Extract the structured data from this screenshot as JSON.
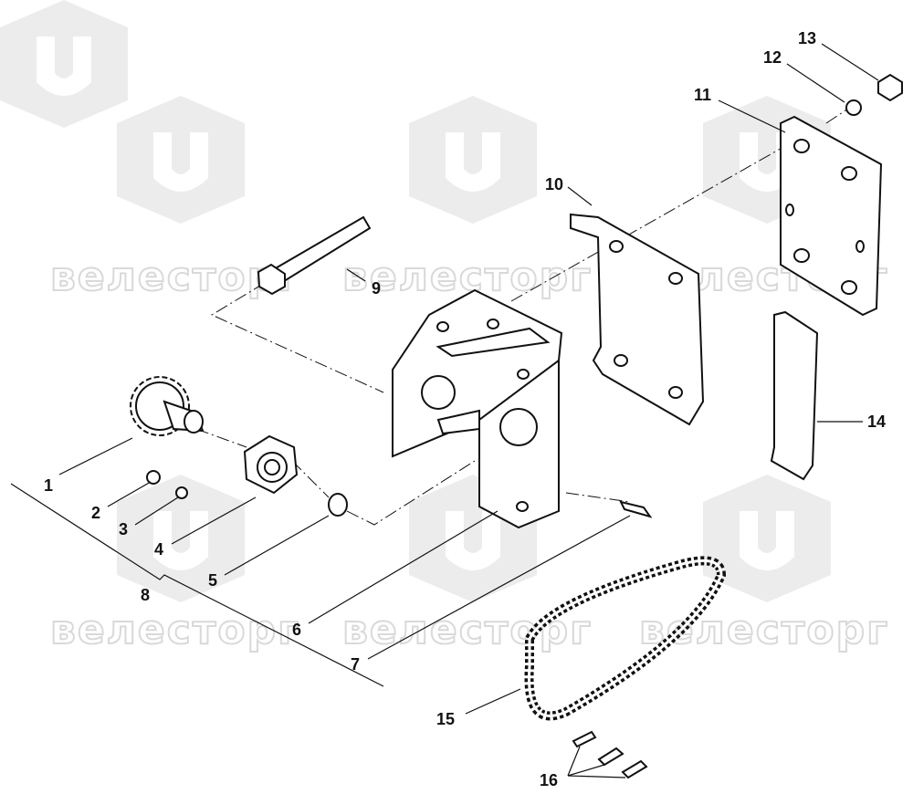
{
  "watermark": "велесторг",
  "callouts": [
    {
      "id": "1",
      "label": "1"
    },
    {
      "id": "2",
      "label": "2"
    },
    {
      "id": "3",
      "label": "3"
    },
    {
      "id": "4",
      "label": "4"
    },
    {
      "id": "5",
      "label": "5"
    },
    {
      "id": "6",
      "label": "6"
    },
    {
      "id": "7",
      "label": "7"
    },
    {
      "id": "8",
      "label": "8"
    },
    {
      "id": "9",
      "label": "9"
    },
    {
      "id": "10",
      "label": "10"
    },
    {
      "id": "11",
      "label": "11"
    },
    {
      "id": "12",
      "label": "12"
    },
    {
      "id": "13",
      "label": "13"
    },
    {
      "id": "14",
      "label": "14"
    },
    {
      "id": "15",
      "label": "15"
    },
    {
      "id": "16",
      "label": "16"
    }
  ]
}
